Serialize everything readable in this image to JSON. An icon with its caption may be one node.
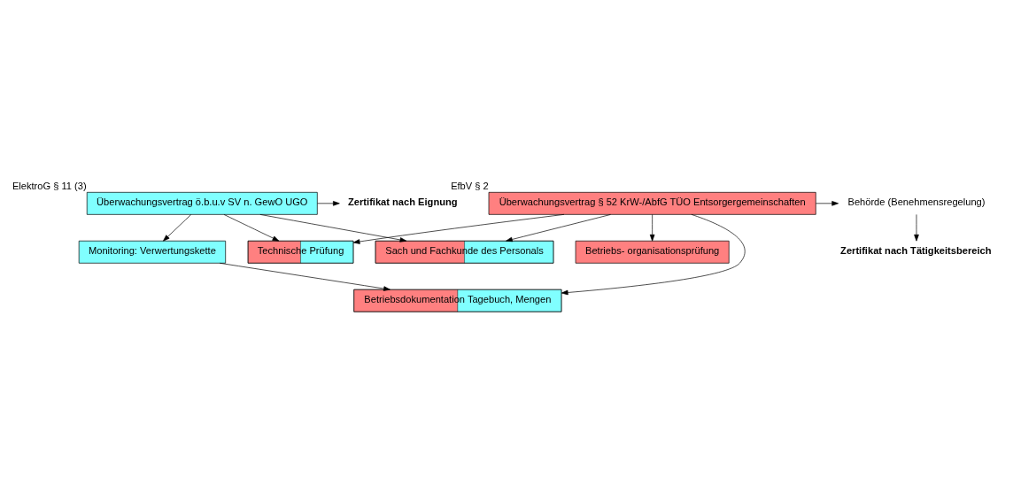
{
  "diagram": {
    "nodes": [
      {
        "text": [
          "Behörde (Benehmensregelung)"
        ]
      },
      {
        "text": [
          "Überwachungsvertrag § 52 KrW-/AbfG TÜO Entsorgergemeinschaften"
        ],
        "beside": [
          "EfbV § 2"
        ]
      },
      {
        "text": [
          "Zertifikat nach Tätigkeitsbereich"
        ]
      },
      {
        "text": [
          "Überwachungsvertrag ö.b.u.v SV n. GewO UGO"
        ],
        "beside": [
          "ElektroG § 11 (3)"
        ]
      },
      {
        "text": [
          "Zertifikat nach Eignung"
        ]
      },
      {
        "text": [
          "Sach und Fachkunde des Personals"
        ]
      },
      {
        "text": [
          "Monitoring: Verwertungskette"
        ]
      },
      {
        "text": [
          "Betriebs- organisationsprüfung"
        ]
      },
      {
        "text": [
          "Technische Prüfung"
        ]
      },
      {
        "text": [
          "Betriebsdokumentation Tagebuch, Mengen"
        ]
      }
    ],
    "edges": [
      {
        "from": 1,
        "to": 0,
        "arrow": "to"
      },
      {
        "from": 0,
        "to": 2,
        "arrow": "to"
      },
      {
        "from": 3,
        "to": 4,
        "arrow": "to"
      },
      {
        "from": 1,
        "to": 5,
        "arrow": "to"
      },
      {
        "from": 3,
        "to": 5,
        "arrow": "to"
      },
      {
        "from": 3,
        "to": 6,
        "arrow": "to"
      },
      {
        "from": 1,
        "to": 7,
        "arrow": "to"
      },
      {
        "from": 1,
        "to": 8,
        "arrow": "to"
      },
      {
        "from": 3,
        "to": 8,
        "arrow": "to"
      },
      {
        "from": 1,
        "to": 9,
        "arrow": "to"
      },
      {
        "from": 6,
        "to": 9,
        "arrow": "to"
      }
    ]
  }
}
